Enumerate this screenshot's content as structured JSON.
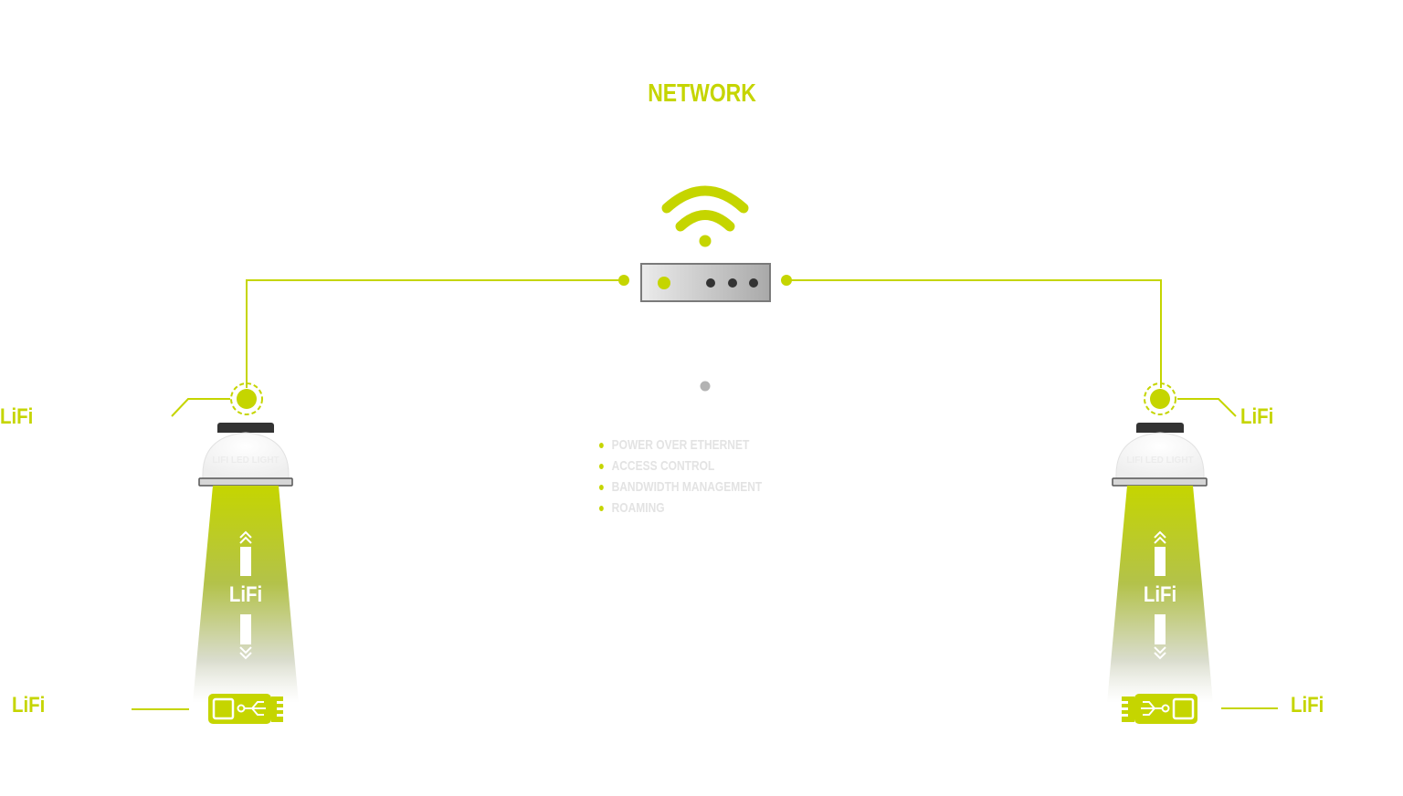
{
  "title": "NETWORK",
  "colors": {
    "accent": "#c5d500",
    "router_body_light": "#e8e8e8",
    "router_body_dark": "#a8a8a8",
    "router_border": "#777777",
    "port_dots": "#333333",
    "lamp_cap": "#333333",
    "lamp_dome": "#f7f7f7",
    "feature_text": "#e3e3e3",
    "center_dot": "#b3b3b3"
  },
  "router": {
    "icon": "wifi-router-icon",
    "wifi_icon": "wifi-icon",
    "ports": 3
  },
  "features": [
    "POWER OVER ETHERNET",
    "ACCESS CONTROL",
    "BANDWIDTH MANAGEMENT",
    "ROAMING"
  ],
  "left_unit": {
    "lamp_label": "LiFi",
    "lamp_text": "LIFI LED LIGHT",
    "beam_label": "LiFi",
    "dongle_label": "LiFi",
    "dongle_icon": "usb-dongle-icon"
  },
  "right_unit": {
    "lamp_label": "LiFi",
    "lamp_text": "LIFI LED LIGHT",
    "beam_label": "LiFi",
    "dongle_label": "LiFi",
    "dongle_icon": "usb-dongle-icon"
  }
}
